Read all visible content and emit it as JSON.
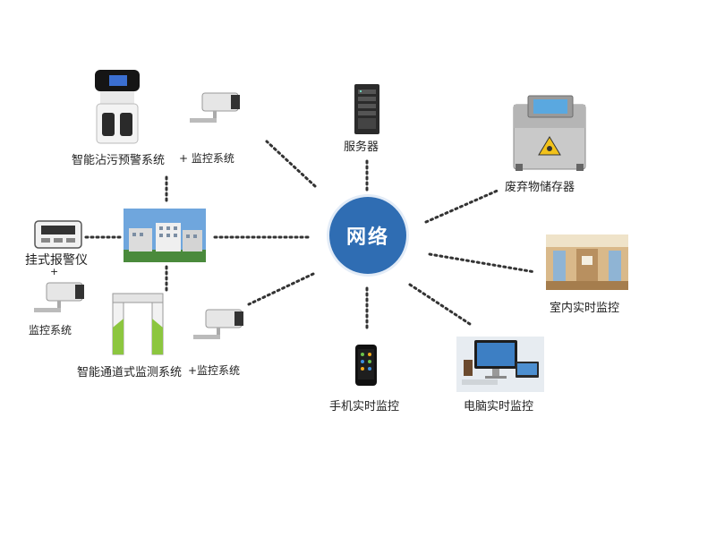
{
  "hub": {
    "label": "网络"
  },
  "nodes": {
    "server": "服务器",
    "waste_storage": "废弃物储存器",
    "indoor_monitor": "室内实时监控",
    "pc_monitor": "电脑实时监控",
    "phone_monitor": "手机实时监控",
    "smart_warning": "智能沾污预警系统",
    "plus_monitor_top": "+ 监控系统",
    "wall_alarm": "挂式报警仪",
    "plus_sign": "+",
    "monitor_left": "监控系统",
    "gate_monitor": "智能通道式监测系统",
    "plus_monitor_bottom": "+监控系统"
  },
  "colors": {
    "hub": "#2f6db3",
    "connector": "#333333",
    "gate_accent": "#8cc63f"
  },
  "icons": [
    "server-icon",
    "waste-container-icon",
    "indoor-room-photo",
    "computer-monitor-icon",
    "smartphone-icon",
    "warning-kiosk-icon",
    "security-camera-icon",
    "wall-alarm-icon",
    "building-photo",
    "walkthrough-gate-icon"
  ]
}
